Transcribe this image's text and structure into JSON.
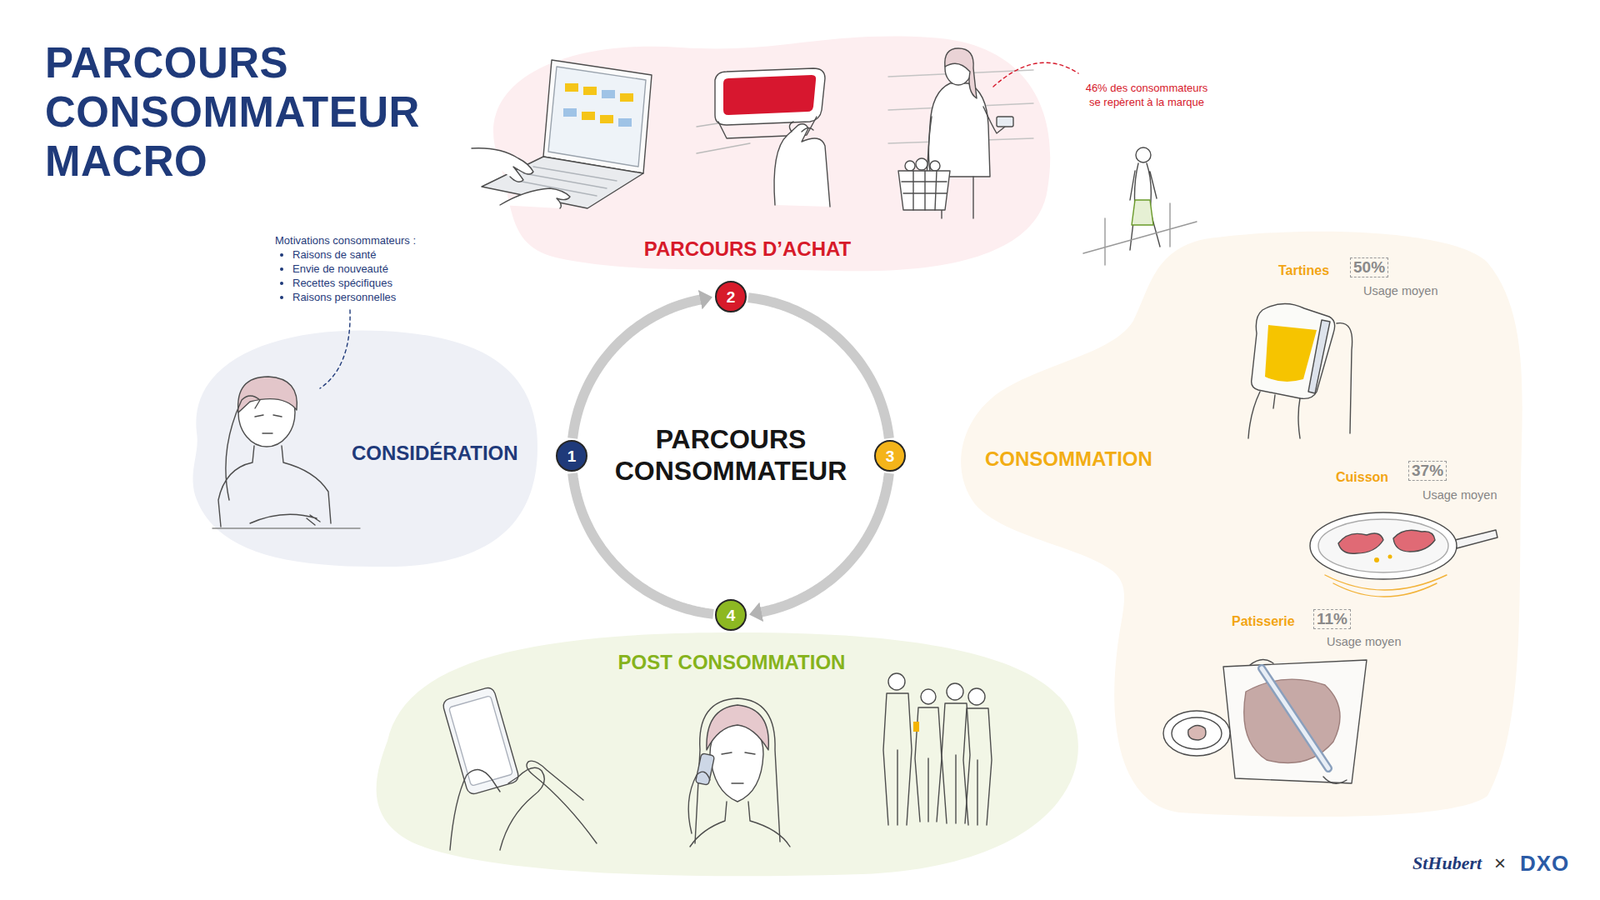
{
  "diagram": {
    "title": "PARCOURS CONSOMMATEUR MACRO",
    "nodes": [
      {
        "text": [
          "PARCOURS D’ACHAT"
        ]
      },
      {
        "text": [
          "CONSIDÉRATION"
        ]
      },
      {
        "text": [
          "PARCOURS CONSOMMATEUR"
        ]
      },
      {
        "text": [
          "1"
        ]
      },
      {
        "text": [
          "2"
        ]
      },
      {
        "text": [
          "3"
        ]
      },
      {
        "text": [
          "4"
        ]
      },
      {
        "text": [
          "CONSOMMATION"
        ]
      },
      {
        "text": [
          "50%"
        ],
        "in": 7
      },
      {
        "text": [
          "37%"
        ],
        "in": 7
      },
      {
        "text": [
          "11%"
        ],
        "in": 7
      },
      {
        "text": [
          "POST CONSOMMATION"
        ]
      }
    ],
    "edges": [
      {
        "from": 3,
        "to": 4,
        "arrow": "to"
      },
      {
        "from": 4,
        "to": 5,
        "arrow": "none"
      },
      {
        "from": 5,
        "to": 6,
        "arrow": "to"
      },
      {
        "from": 6,
        "to": 3,
        "arrow": "none"
      }
    ],
    "labels": [
      "Motivations consommateurs :",
      "Raisons de santé",
      "Envie de nouveauté",
      "Recettes spécifiques",
      "Raisons personnelles",
      "46% des consommateurs se repèrent à la marque",
      "Tartines",
      "Usage moyen",
      "Cuisson",
      "Usage moyen",
      "Patisserie",
      "Usage moyen",
      "StHubert",
      "×",
      "DXO"
    ]
  }
}
